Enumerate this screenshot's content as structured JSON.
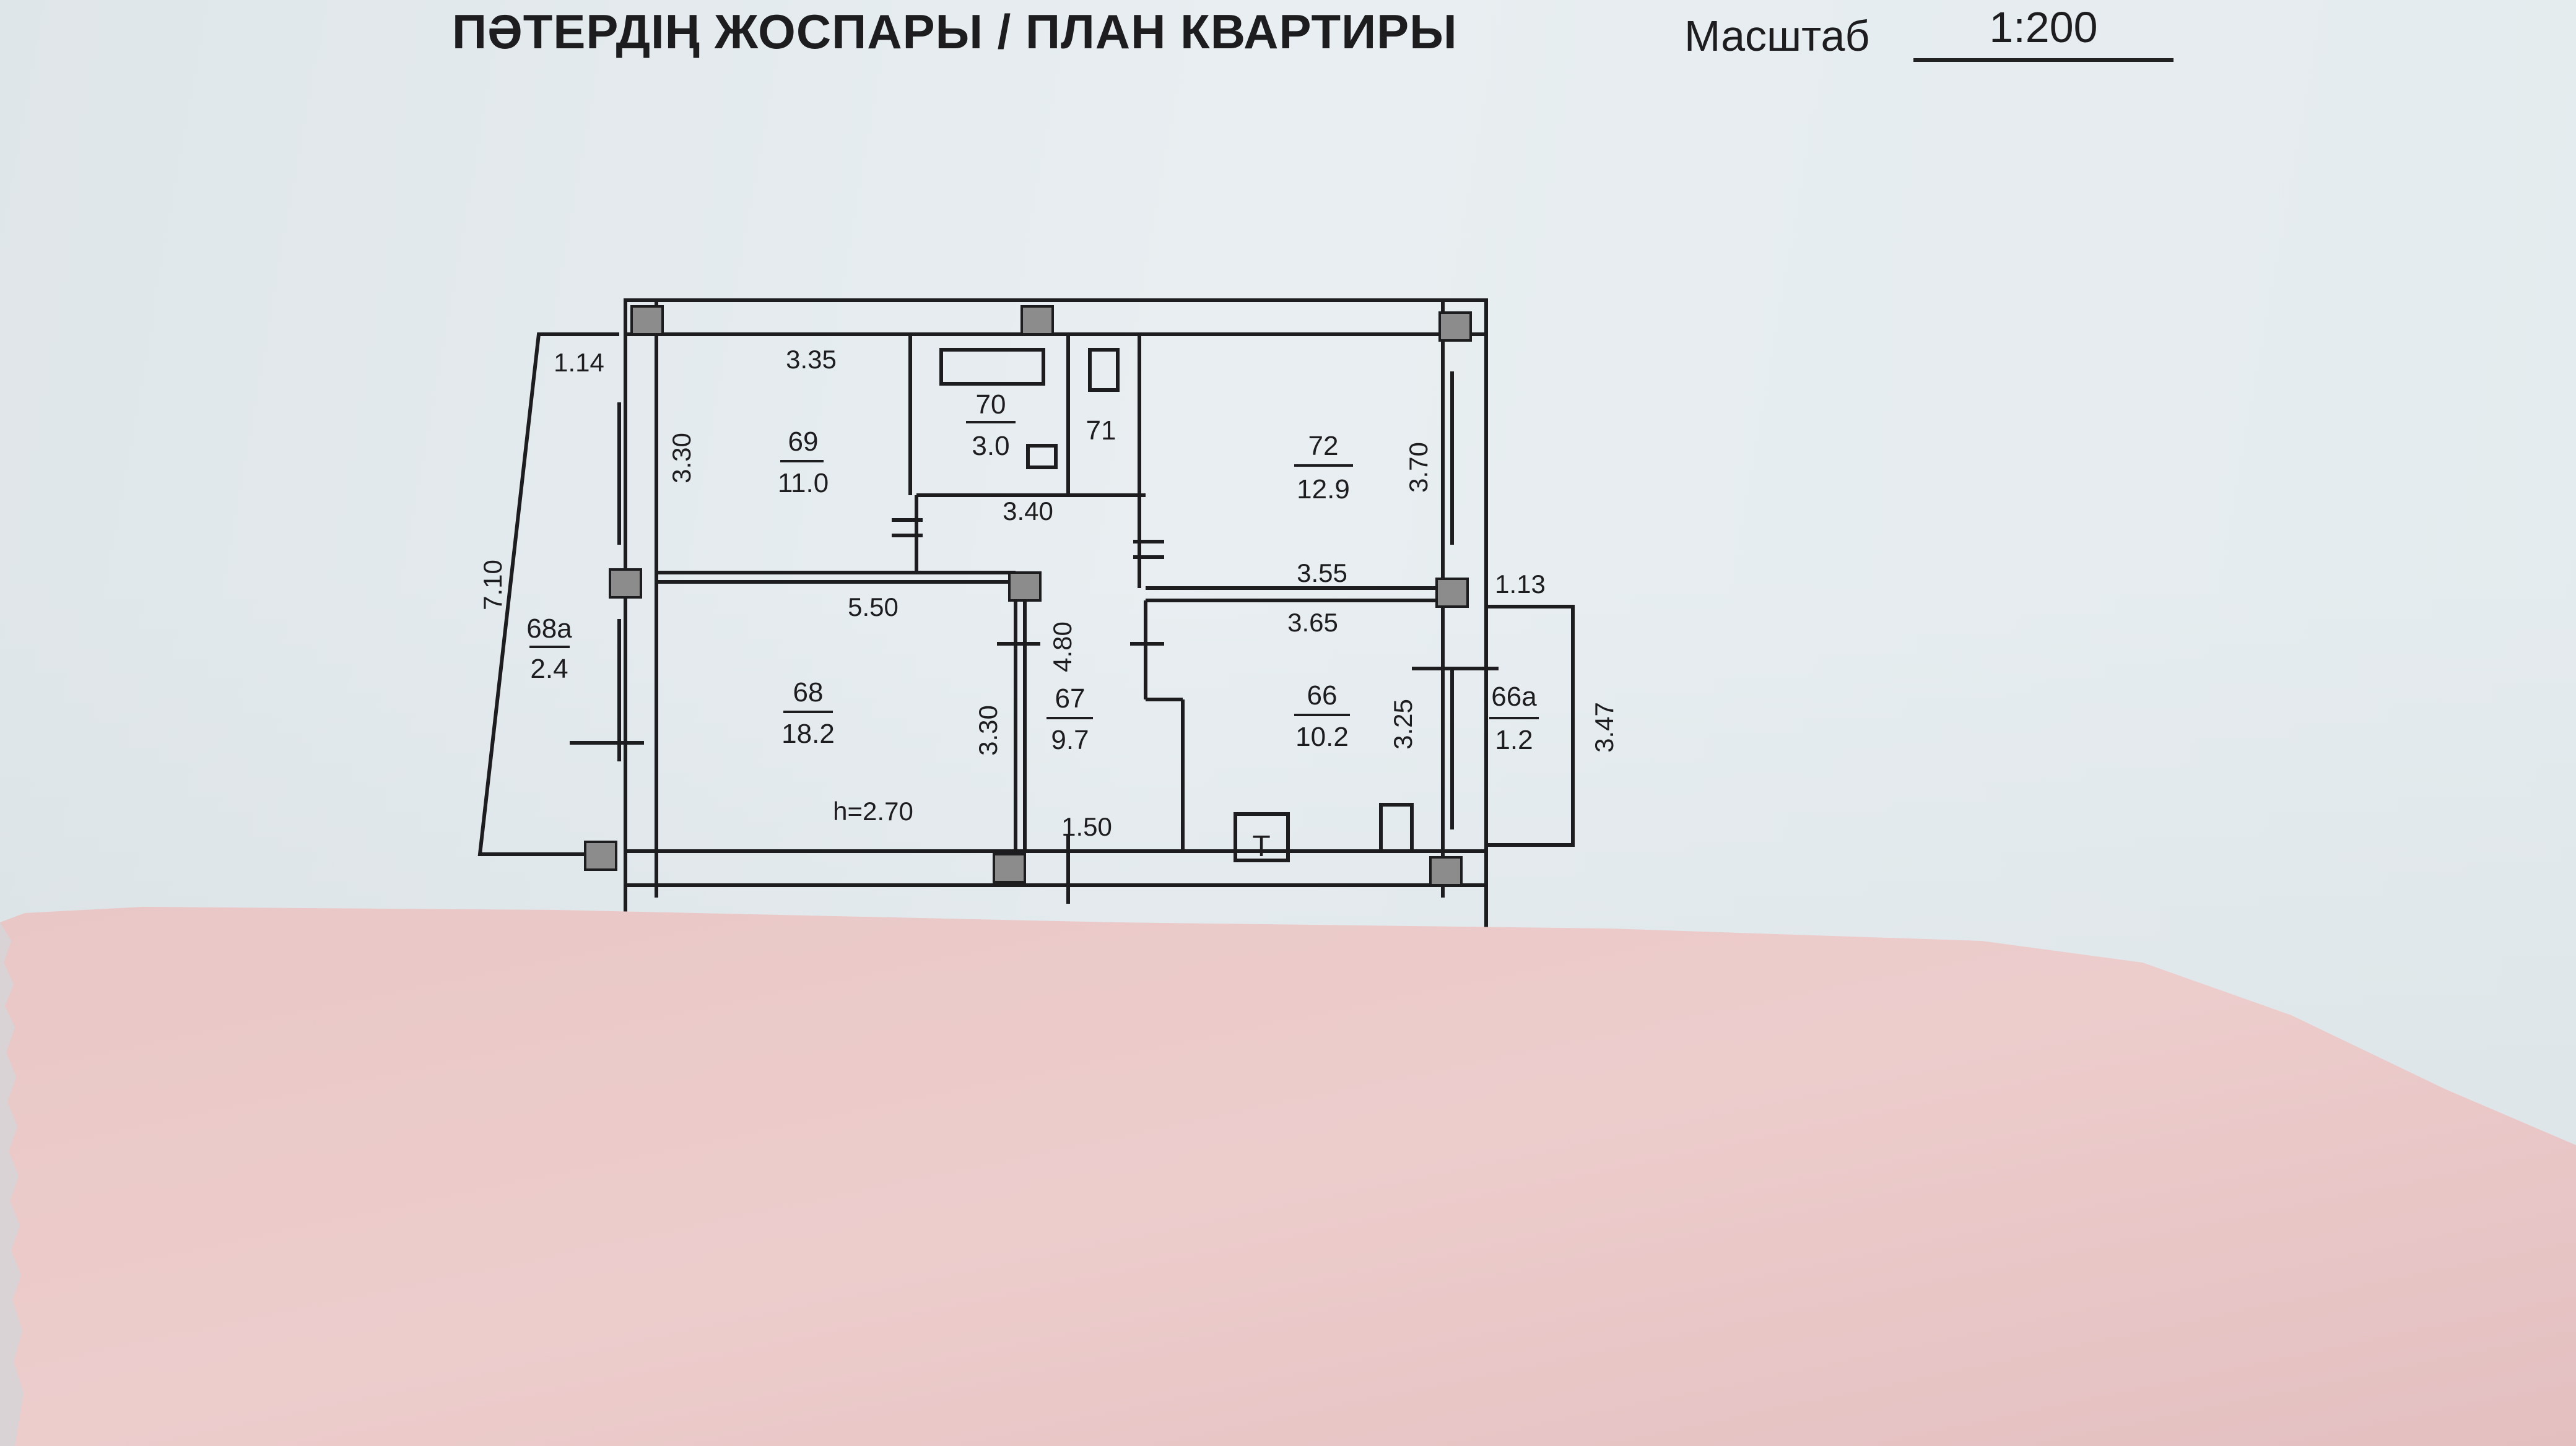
{
  "title": "ПӘТЕРДІҢ ЖОСПАРЫ / ПЛАН КВАРТИРЫ",
  "scale": {
    "label": "Масштаб",
    "value": "1:200"
  },
  "rooms": {
    "r69": {
      "num": "69",
      "area": "11.0"
    },
    "r70": {
      "num": "70",
      "area": "3.0"
    },
    "r71": {
      "num": "71"
    },
    "r72": {
      "num": "72",
      "area": "12.9"
    },
    "r68": {
      "num": "68",
      "area": "18.2"
    },
    "r68a": {
      "num": "68а",
      "area": "2.4"
    },
    "r67": {
      "num": "67",
      "area": "9.7"
    },
    "r66": {
      "num": "66",
      "area": "10.2"
    },
    "r66a": {
      "num": "66а",
      "area": "1.2"
    }
  },
  "dimensions": {
    "d114": "1.14",
    "d335": "3.35",
    "d330a": "3.30",
    "d340": "3.40",
    "d370": "3.70",
    "d355": "3.55",
    "d113": "1.13",
    "d365": "3.65",
    "d710": "7.10",
    "d550": "5.50",
    "d480": "4.80",
    "d330b": "3.30",
    "d325": "3.25",
    "d347": "3.47",
    "d150": "1.50"
  },
  "ceiling_height": "h=2.70",
  "stove_symbol": "Т",
  "colors": {
    "paper": "#e4ebee",
    "ink": "#1d1d1f",
    "column_fill": "#8c8c8c",
    "cloth": "#e8c9c9"
  }
}
